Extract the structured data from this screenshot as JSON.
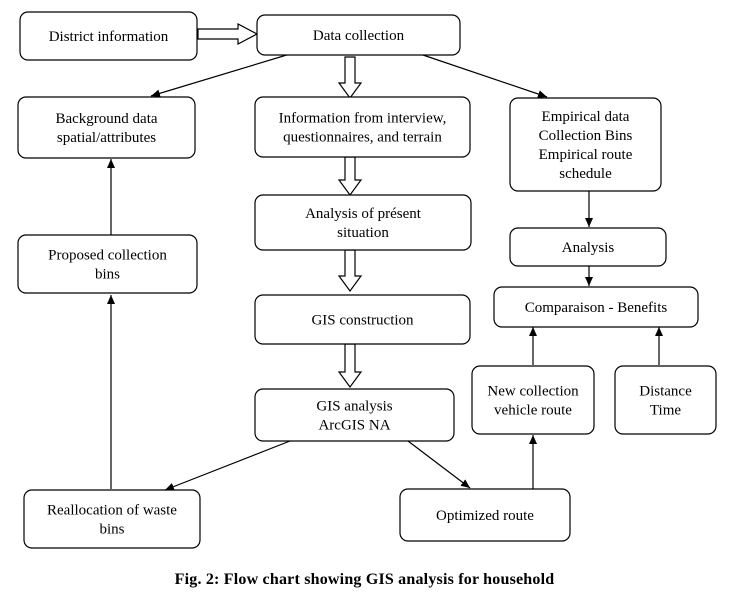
{
  "nodes": {
    "district": [
      "District information"
    ],
    "collection": [
      "Data collection"
    ],
    "background": [
      "Background data",
      "spatial/attributes"
    ],
    "interview": [
      "Information from interview,",
      "questionnaires, and terrain"
    ],
    "empirical": [
      "Empirical data",
      "Collection Bins",
      "Empirical route",
      "schedule"
    ],
    "analysis_present": [
      "Analysis of présent",
      "situation"
    ],
    "proposed": [
      "Proposed collection",
      "bins"
    ],
    "analysis": [
      "Analysis"
    ],
    "gis_construction": [
      "GIS construction"
    ],
    "comparison": [
      "Comparaison - Benefits"
    ],
    "new_route": [
      "New collection",
      "vehicle route"
    ],
    "distance": [
      "Distance",
      "Time"
    ],
    "gis_analysis": [
      "GIS analysis",
      "ArcGIS NA"
    ],
    "reallocation": [
      "Reallocation of waste",
      "bins"
    ],
    "optimized": [
      "Optimized route"
    ]
  },
  "caption": "Fig. 2: Flow chart showing GIS analysis for household"
}
